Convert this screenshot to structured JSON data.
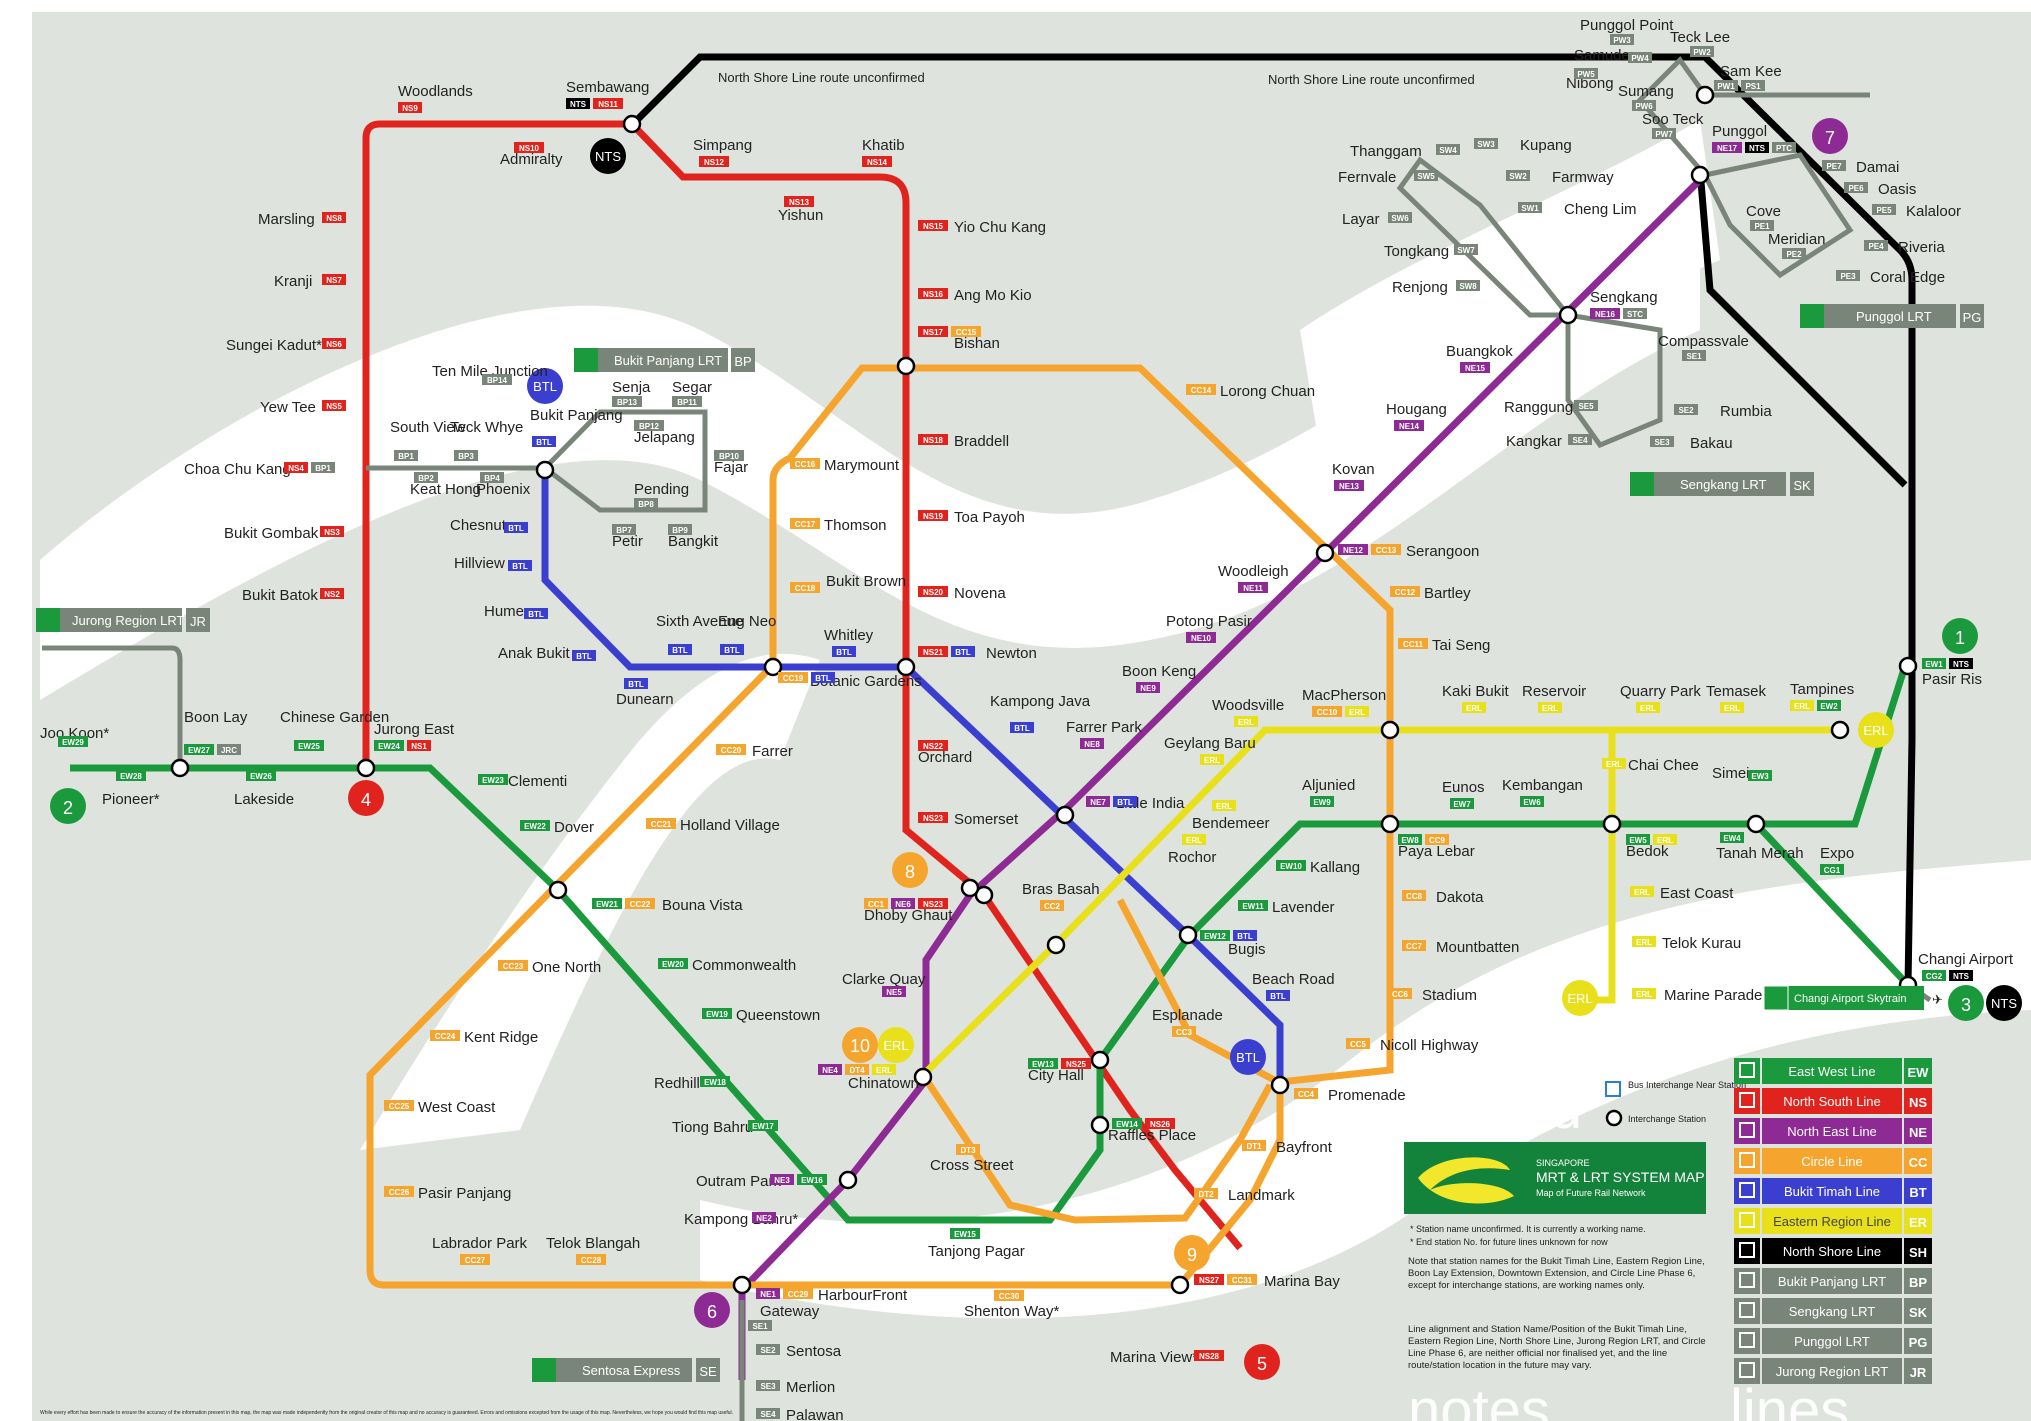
{
  "title": {
    "line1": "SINGAPORE",
    "line2": "MRT & LRT SYSTEM MAP",
    "line3": "Map of Future Rail Network"
  },
  "colors": {
    "ew": "#1a9a3c",
    "ns": "#e0231c",
    "ne": "#8e2a94",
    "cc": "#f5a52d",
    "bt": "#3b3fd0",
    "er": "#e8e01a",
    "sh": "#000000",
    "lrt": "#7a857a",
    "bg_land": "#dfe3dd",
    "bg_water": "#ffffff"
  },
  "line_labels": {
    "ew": "East West Line",
    "ns": "North South Line",
    "ne": "North East Line",
    "cc": "Circle Line",
    "bt": "Bukit Timah Line",
    "er": "Eastern Region Line",
    "sh": "North Shore Line",
    "bp": "Bukit Panjang LRT",
    "sk": "Sengkang LRT",
    "pg": "Punggol LRT",
    "jr": "Jurong Region LRT"
  },
  "line_codes": {
    "ew": "EW",
    "ns": "NS",
    "ne": "NE",
    "cc": "CC",
    "bt": "BT",
    "er": "ER",
    "sh": "SH",
    "bp": "BP",
    "sk": "SK",
    "pg": "PG",
    "jr": "JR"
  },
  "panel_labels": {
    "bp": "Bukit Panjang LRT",
    "bp_code": "BP",
    "jr": "Jurong Region LRT",
    "jr_code": "JR",
    "pg": "Punggol LRT",
    "pg_code": "PG",
    "sk": "Sengkang LRT",
    "sk_code": "SK",
    "se": "Sentosa Express",
    "se_code": "SE",
    "skytrain": "Changi Airport Skytrain"
  },
  "route_notes": [
    "North Shore Line route unconfirmed",
    "North Shore Line route unconfirmed"
  ],
  "legend": {
    "heading": "legend",
    "bus_interchange": "Bus Interchange Near Station",
    "interchange": "Interchange Station",
    "note1": "* Station name unconfirmed. It is currently a working name.",
    "note2": "* End station No. for future lines unknown for now",
    "note3": "Note that station names for the Bukit Timah Line, Eastern Region Line, Boon Lay Extension, Downtown Extension, and Circle Line Phase 6, except for interchange stations, are working names only.",
    "note4": "Line alignment and Station Name/Position of the Bukit Timah Line, Eastern Region Line, North Shore Line, Jurong Region LRT, and Circle Line Phase 6, are neither official nor finalised yet, and the line route/station location in the future may vary.",
    "notes_heading": "notes",
    "lines_heading": "lines"
  },
  "badges": {
    "b1": "1",
    "b2": "2",
    "b3": "3",
    "b4": "4",
    "b5": "5",
    "b6": "6",
    "b7": "7",
    "b8": "8",
    "b9": "9",
    "b10": "10",
    "nts": "NTS",
    "btl": "BTL",
    "erl": "ERL"
  },
  "stations": {
    "woodlands": "Woodlands",
    "woodlands_c": "NS9",
    "sembawang": "Sembawang",
    "sembawang_c1": "NTS",
    "sembawang_c2": "NS11",
    "admiralty": "Admiralty",
    "admiralty_c": "NS10",
    "simpang": "Simpang",
    "simpang_c": "NS12",
    "khatib": "Khatib",
    "khatib_c": "NS14",
    "yishun": "Yishun",
    "yishun_c": "NS13",
    "yck": "Yio Chu Kang",
    "yck_c": "NS15",
    "amk": "Ang Mo Kio",
    "amk_c": "NS16",
    "bishan": "Bishan",
    "bishan_c1": "NS17",
    "bishan_c2": "CC15",
    "braddell": "Braddell",
    "braddell_c": "NS18",
    "toapayoh": "Toa Payoh",
    "toapayoh_c": "NS19",
    "novena": "Novena",
    "novena_c": "NS20",
    "newton": "Newton",
    "newton_c1": "NS21",
    "newton_c2": "BTL",
    "orchard": "Orchard",
    "orchard_c": "NS22",
    "somerset": "Somerset",
    "somerset_c": "NS23",
    "dhoby": "Dhoby Ghaut",
    "dhoby_c1": "CC1",
    "dhoby_c2": "NE6",
    "dhoby_c3": "NS23",
    "cityhall": "City Hall",
    "cityhall_c1": "EW13",
    "cityhall_c2": "NS25",
    "rafflesplace": "Raffles Place",
    "rafflesplace_c1": "EW14",
    "rafflesplace_c2": "NS26",
    "marinabay": "Marina Bay",
    "marinabay_c1": "NS27",
    "marinabay_c2": "CC31",
    "marinaview": "Marina View*",
    "marinaview_c": "NS28",
    "marsiling": "Marsling",
    "marsiling_c": "NS8",
    "kranji": "Kranji",
    "kranji_c": "NS7",
    "sungeikadut": "Sungei Kadut*",
    "sungeikadut_c": "NS6",
    "yewtee": "Yew Tee",
    "yewtee_c": "NS5",
    "cck": "Choa Chu Kang",
    "cck_c1": "NS4",
    "cck_c2": "BP1",
    "bukitgombak": "Bukit Gombak",
    "bukitgombak_c": "NS3",
    "bukitbatok": "Bukit Batok",
    "bukitbatok_c": "NS2",
    "jurongeast": "Jurong East",
    "jurongeast_c1": "EW24",
    "jurongeast_c2": "NS1",
    "jookoon": "Joo Koon*",
    "jookoon_c": "EW29",
    "pioneer": "Pioneer*",
    "pioneer_c": "EW28",
    "boonlay": "Boon Lay",
    "boonlay_c1": "EW27",
    "boonlay_c2": "JRC",
    "lakeside": "Lakeside",
    "lakeside_c": "EW26",
    "chinesegarden": "Chinese Garden",
    "chinesegarden_c": "EW25",
    "clementi": "Clementi",
    "clementi_c": "EW23",
    "dover": "Dover",
    "dover_c": "EW22",
    "bounavista": "Bouna Vista",
    "bounavista_c1": "EW21",
    "bounavista_c2": "CC22",
    "commonwealth": "Commonwealth",
    "commonwealth_c": "EW20",
    "queenstown": "Queenstown",
    "queenstown_c": "EW19",
    "redhill": "Redhill",
    "redhill_c": "EW18",
    "tiongbahru": "Tiong Bahru",
    "tiongbahru_c": "EW17",
    "outrampark": "Outram Park",
    "outrampark_c1": "NE3",
    "outrampark_c2": "EW16",
    "tanjongpagar": "Tanjong Pagar",
    "tanjongpagar_c": "EW15",
    "bugis": "Bugis",
    "bugis_c1": "EW12",
    "bugis_c2": "BTL",
    "lavender": "Lavender",
    "lavender_c": "EW11",
    "kallang": "Kallang",
    "kallang_c": "EW10",
    "aljunied": "Aljunied",
    "aljunied_c": "EW9",
    "payalebar": "Paya Lebar",
    "payalebar_c1": "EW8",
    "payalebar_c2": "CC9",
    "eunos": "Eunos",
    "eunos_c": "EW7",
    "kembangan": "Kembangan",
    "kembangan_c": "EW6",
    "bedok": "Bedok",
    "bedok_c1": "EW5",
    "bedok_c2": "ERL",
    "tanahmerah": "Tanah Merah",
    "tanahmerah_c": "EW4",
    "simei": "Simei",
    "simei_c": "EW3",
    "tampines": "Tampines",
    "tampines_c1": "ERL",
    "tampines_c2": "EW2",
    "pasirris": "Pasir Ris",
    "pasirris_c1": "EW1",
    "pasirris_c2": "NTS",
    "expo": "Expo",
    "expo_c": "CG1",
    "changiairport": "Changi Airport",
    "changiairport_c1": "CG2",
    "changiairport_c2": "NTS",
    "harbourfront": "HarbourFront",
    "harbourfront_c1": "NE1",
    "harbourfront_c2": "CC29",
    "kampongbahru": "Kampong Bahru*",
    "kampongbahru_c": "NE2",
    "chinatown": "Chinatown",
    "chinatown_c1": "NE4",
    "chinatown_c2": "DT4",
    "chinatown_c3": "ERL",
    "clarkequay": "Clarke Quay",
    "clarkequay_c": "NE5",
    "littleindia": "Little India",
    "littleindia_c1": "NE7",
    "littleindia_c2": "BTL",
    "farrerpark": "Farrer Park",
    "farrerpark_c": "NE8",
    "boonkeng": "Boon Keng",
    "boonkeng_c": "NE9",
    "potongpasir": "Potong Pasir",
    "potongpasir_c": "NE10",
    "woodleigh": "Woodleigh",
    "woodleigh_c": "NE11",
    "serangoon": "Serangoon",
    "serangoon_c1": "NE12",
    "serangoon_c2": "CC13",
    "kovan": "Kovan",
    "kovan_c": "NE13",
    "hougang": "Hougang",
    "hougang_c": "NE14",
    "buangkok": "Buangkok",
    "buangkok_c": "NE15",
    "sengkang": "Sengkang",
    "sengkang_c1": "NE16",
    "sengkang_c2": "STC",
    "punggol": "Punggol",
    "punggol_c1": "NE17",
    "punggol_c2": "NTS",
    "punggol_c3": "PTC",
    "lorongchuan": "Lorong Chuan",
    "lorongchuan_c": "CC14",
    "marymount": "Marymount",
    "marymount_c": "CC16",
    "thomson": "Thomson",
    "thomson_c": "CC17",
    "bukitbrown": "Bukit Brown",
    "bukitbrown_c": "CC18",
    "botanic": "Botanic Gardens",
    "botanic_c1": "CC19",
    "botanic_c2": "BTL",
    "farrer": "Farrer",
    "farrer_c": "CC20",
    "hollandvillage": "Holland Village",
    "hollandvillage_c": "CC21",
    "onenorth": "One North",
    "onenorth_c": "CC23",
    "kentridge": "Kent Ridge",
    "kentridge_c": "CC24",
    "westcoast": "West Coast",
    "westcoast_c": "CC25",
    "pasirpanjang": "Pasir Panjang",
    "pasirpanjang_c": "CC26",
    "labradorpark": "Labrador Park",
    "labradorpark_c": "CC27",
    "telokblangah": "Telok Blangah",
    "telokblangah_c": "CC28",
    "shentonway": "Shenton Way*",
    "shentonway_c": "CC30",
    "bartley": "Bartley",
    "bartley_c": "CC12",
    "taiseng": "Tai Seng",
    "taiseng_c": "CC11",
    "macpherson": "MacPherson",
    "macpherson_c1": "CC10",
    "macpherson_c2": "ERL",
    "dakota": "Dakota",
    "dakota_c": "CC8",
    "mountbatten": "Mountbatten",
    "mountbatten_c": "CC7",
    "stadium": "Stadium",
    "stadium_c": "CC6",
    "nicollhighway": "Nicoll Highway",
    "nicollhighway_c": "CC5",
    "promenade": "Promenade",
    "promenade_c": "CC4",
    "esplanade": "Esplanade",
    "esplanade_c": "CC3",
    "brasbasah": "Bras Basah",
    "brasbasah_c": "CC2",
    "bayfront": "Bayfront",
    "bayfront_c": "DT1",
    "landmark": "Landmark",
    "landmark_c": "DT2",
    "crossstreet": "Cross Street",
    "crossstreet_c": "DT3",
    "kampongjava": "Kampong Java",
    "kampongjava_c": "BTL",
    "beachroad": "Beach Road",
    "beachroad_c": "BTL",
    "bukitpanjang": "Bukit Panjang",
    "bukitpanjang_c": "BTL",
    "chesnut": "Chesnut",
    "chesnut_c": "BTL",
    "hillview": "Hillview",
    "hillview_c": "BTL",
    "hume": "Hume",
    "hume_c": "BTL",
    "anakbukit": "Anak Bukit",
    "anakbukit_c": "BTL",
    "dunearn": "Dunearn",
    "dunearn_c": "BTL",
    "sixthavenue": "Sixth Avenue",
    "sixthavenue_c": "BTL",
    "engneo": "Eng Neo",
    "engneo_c": "BTL",
    "whitley": "Whitley",
    "whitley_c": "BTL",
    "woodsville": "Woodsville",
    "woodsville_c": "ERL",
    "geylangbaru": "Geylang Baru",
    "geylangbaru_c": "ERL",
    "bendemeer": "Bendemeer",
    "bendemeer_c": "ERL",
    "rochor": "Rochor",
    "rochor_c": "ERL",
    "kakibukit": "Kaki Bukit",
    "kakibukit_c": "ERL",
    "reservoir": "Reservoir",
    "reservoir_c": "ERL",
    "quarrypark": "Quarry Park",
    "quarrypark_c": "ERL",
    "temasek": "Temasek",
    "temasek_c": "ERL",
    "chaichee": "Chai Chee",
    "chaichee_c": "ERL",
    "eastcoast": "East Coast",
    "eastcoast_c": "ERL",
    "telokkurau": "Telok Kurau",
    "telokkurau_c": "ERL",
    "marineparade": "Marine Parade",
    "marineparade_c": "ERL",
    "tenmile": "Ten Mile Junction",
    "tenmile_c": "BP14",
    "southview": "South View",
    "southview_c": "BP1",
    "teckwhye": "Teck Whye",
    "teckwhye_c": "BP3",
    "keathong": "Keat Hong",
    "keathong_c": "BP2",
    "phoenix": "Phoenix",
    "phoenix_c": "BP4",
    "senja": "Senja",
    "senja_c": "BP13",
    "segar": "Segar",
    "segar_c": "BP11",
    "jelapang": "Jelapang",
    "jelapang_c": "BP12",
    "fajar": "Fajar",
    "fajar_c": "BP10",
    "pending": "Pending",
    "pending_c": "BP8",
    "petir": "Petir",
    "petir_c": "BP7",
    "bangkit": "Bangkit",
    "bangkit_c": "BP9",
    "sentosa": "Sentosa",
    "sentosa_c": "SE2",
    "merlion": "Merlion",
    "merlion_c": "SE3",
    "palawan": "Palawan",
    "palawan_c": "SE4",
    "gateway": "Gateway",
    "gateway_c": "SE1",
    "punggolpoint": "Punggol Point",
    "punggolpoint_c": "PW3",
    "samudera": "Samudera",
    "samudera_c": "PW4",
    "teckLee": "Teck Lee",
    "teckLee_c": "PW2",
    "nibong": "Nibong",
    "nibong_c": "PW5",
    "sumang": "Sumang",
    "sumang_c": "PW6",
    "sootec": "Soo Teck",
    "sootec_c": "PW7",
    "samkee": "Sam Kee",
    "samkee_c1": "PW1",
    "samkee_c2": "PS1",
    "damai": "Damai",
    "damai_c": "PE7",
    "oasis": "Oasis",
    "oasis_c": "PE6",
    "kadaloor": "Kalaloor",
    "kadaloor_c": "PE5",
    "riviera": "Riveria",
    "riviera_c": "PE4",
    "coraledge": "Coral Edge",
    "coraledge_c": "PE3",
    "meridian": "Meridian",
    "meridian_c": "PE2",
    "cove": "Cove",
    "cove_c": "PE1",
    "thanggam": "Thanggam",
    "thanggam_c": "SW4",
    "kupang": "Kupang",
    "kupang_c": "SW3",
    "fernvale": "Fernvale",
    "fernvale_c": "SW5",
    "farmway": "Farmway",
    "farmway_c": "SW2",
    "chenglim": "Cheng Lim",
    "chenglim_c": "SW1",
    "layar": "Layar",
    "layar_c": "SW6",
    "tongkang": "Tongkang",
    "tongkang_c": "SW7",
    "renjong": "Renjong",
    "renjong_c": "SW8",
    "compassvale": "Compassvale",
    "compassvale_c": "SE1",
    "rumbia": "Rumbia",
    "rumbia_c": "SE2",
    "bakau": "Bakau",
    "bakau_c": "SE3",
    "kangkar": "Kangkar",
    "kangkar_c": "SE4",
    "ranggung": "Ranggung",
    "ranggung_c": "SE5",
    "footnote": "While every effort has been made to ensure the accuracy of the information present in this map, the map was made independently from the original creator of this map and no accuracy is guaranteed. Errors and omissions excepted from the usage of this map. Nevertheless, we hope you would find this map useful."
  }
}
